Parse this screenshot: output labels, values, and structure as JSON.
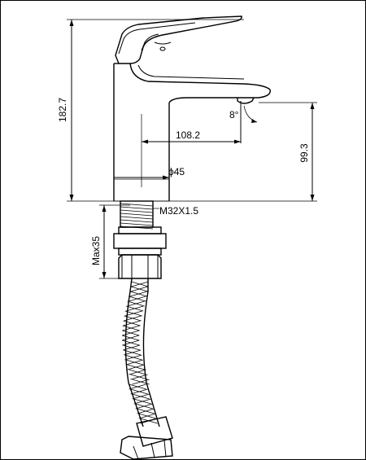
{
  "drawing": {
    "dimensions": {
      "overall_height": "182.7",
      "spout_reach": "108.2",
      "outlet_height": "99.3",
      "body_diameter": "ϕ45",
      "thread": "M32X1.5",
      "max_deck": "Max35",
      "outlet_angle": "8°"
    }
  }
}
